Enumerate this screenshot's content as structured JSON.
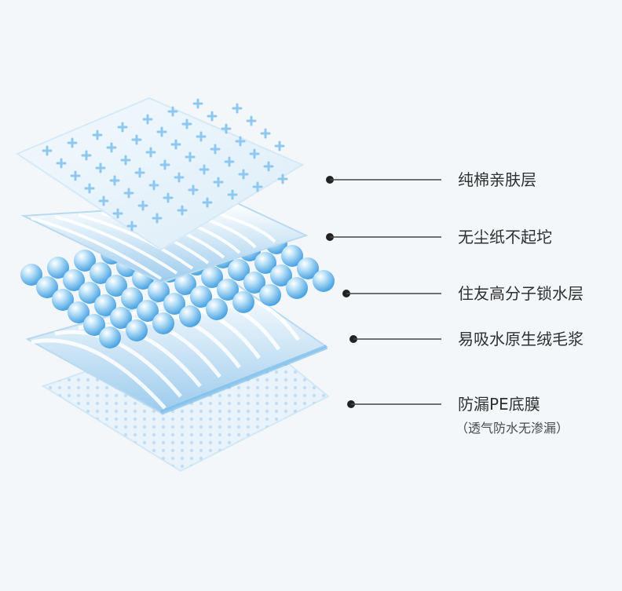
{
  "layers": [
    {
      "label": "纯棉亲肤层"
    },
    {
      "label": "无尘纸不起坨"
    },
    {
      "label": "住友高分子锁水层"
    },
    {
      "label": "易吸水原生绒毛浆"
    },
    {
      "label": "防漏PE底膜",
      "sublabel": "（透气防水无渗漏）"
    }
  ],
  "colors": {
    "background": "#f4f7fa",
    "sheet": "#e6f2fb",
    "accent": "#6fb8ea",
    "bead": "#7cc1ef",
    "line": "#222222"
  }
}
